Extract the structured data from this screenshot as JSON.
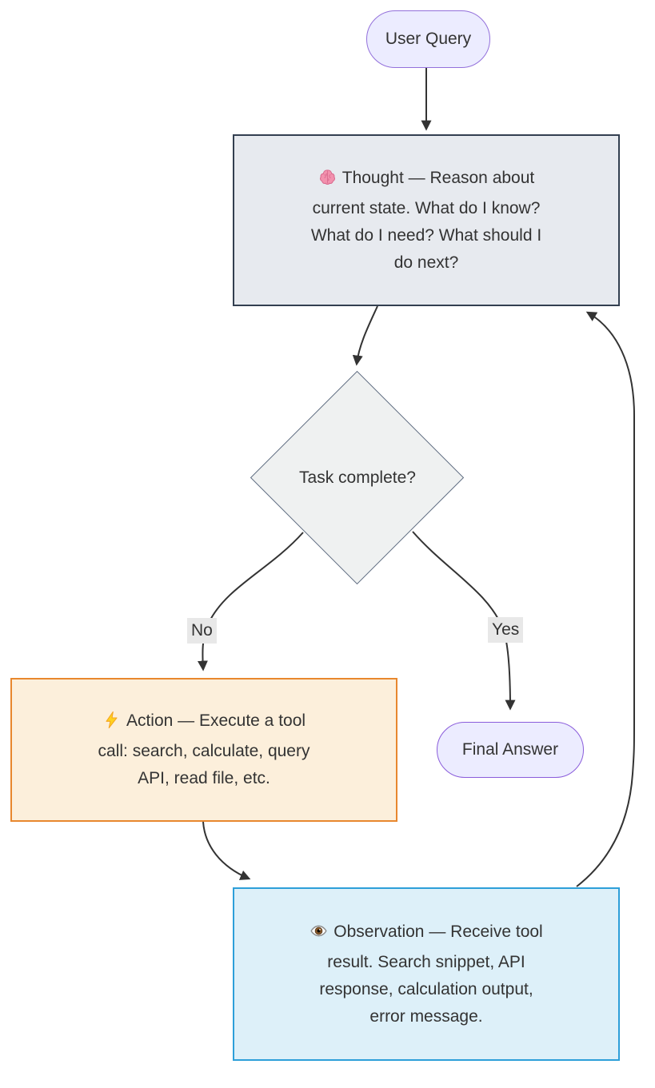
{
  "canvas": {
    "background": "#ffffff"
  },
  "diagram_type": "flowchart",
  "nodes": {
    "user_query": {
      "label": "User Query",
      "shape": "stadium",
      "fill": "#ECECFF",
      "border": "#9370DB"
    },
    "thought": {
      "icon": {
        "name": "brain-icon",
        "glyph": "🧠"
      },
      "lines": [
        "Thought — Reason about",
        "current state. What do I know?",
        "What do I need? What should I",
        "do next?"
      ],
      "shape": "rect",
      "fill": "#E7EAEF",
      "border": "#333F50"
    },
    "decision": {
      "label": "Task complete?",
      "shape": "diamond",
      "fill": "#EFF1F1",
      "border": "#5E6C80"
    },
    "action": {
      "icon": {
        "name": "lightning-icon",
        "glyph": "⚡"
      },
      "lines": [
        "Action — Execute a tool",
        "call: search, calculate, query",
        "API, read file, etc."
      ],
      "shape": "rect",
      "fill": "#FCEFDB",
      "border": "#E8872E"
    },
    "final_answer": {
      "label": "Final Answer",
      "shape": "stadium",
      "fill": "#ECECFF",
      "border": "#8A5CDB"
    },
    "observation": {
      "icon": {
        "name": "eye-icon",
        "glyph": "👁️"
      },
      "lines": [
        "Observation — Receive tool",
        "result. Search snippet, API",
        "response, calculation output,",
        "error message."
      ],
      "shape": "rect",
      "fill": "#DDF0F9",
      "border": "#2D9FD9"
    }
  },
  "edges": {
    "stroke": "#333333",
    "no_label": "No",
    "yes_label": "Yes",
    "list": [
      {
        "from": "User Query",
        "to": "Thought",
        "label": ""
      },
      {
        "from": "Thought",
        "to": "Task complete?",
        "label": ""
      },
      {
        "from": "Task complete?",
        "to": "Action",
        "label": "No"
      },
      {
        "from": "Task complete?",
        "to": "Final Answer",
        "label": "Yes"
      },
      {
        "from": "Action",
        "to": "Observation",
        "label": ""
      },
      {
        "from": "Observation",
        "to": "Thought",
        "label": ""
      }
    ]
  }
}
